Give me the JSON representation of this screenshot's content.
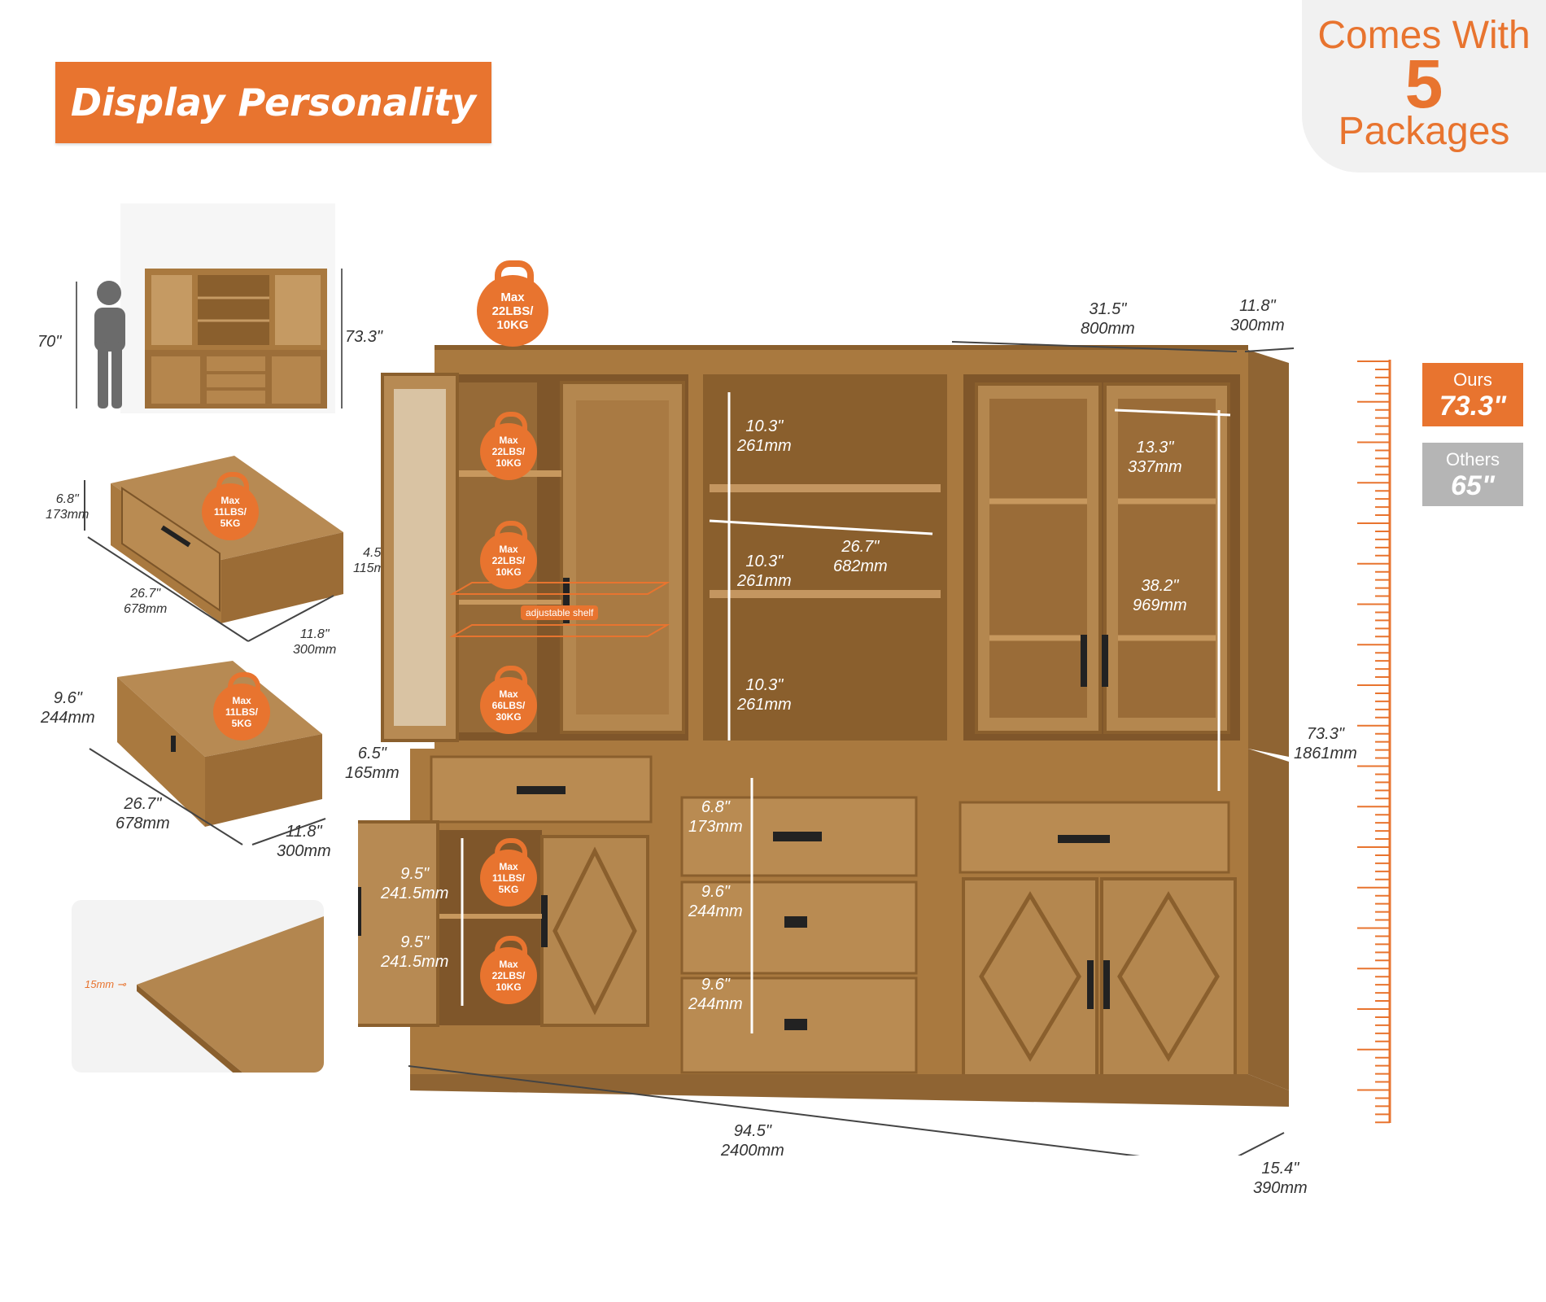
{
  "banner": {
    "title": "Display Personality"
  },
  "packages": {
    "line1": "Comes With",
    "count": "5",
    "line3": "Packages"
  },
  "person": {
    "height": "70\""
  },
  "overview": {
    "height": "73.3\""
  },
  "drawer_small": {
    "height": [
      "6.8\"",
      "173mm"
    ],
    "inner": [
      "4.5\"",
      "115mm"
    ],
    "width": [
      "26.7\"",
      "678mm"
    ],
    "depth": [
      "11.8\"",
      "300mm"
    ],
    "weight": [
      "Max",
      "11LBS/",
      "5KG"
    ]
  },
  "drawer_large": {
    "height": [
      "9.6\"",
      "244mm"
    ],
    "inner": [
      "6.5\"",
      "165mm"
    ],
    "width": [
      "26.7\"",
      "678mm"
    ],
    "depth": [
      "11.8\"",
      "300mm"
    ],
    "weight": [
      "Max",
      "11LBS/",
      "5KG"
    ]
  },
  "board": {
    "thickness": "15mm"
  },
  "top_weight": [
    "Max",
    "22LBS/",
    "10KG"
  ],
  "hutch": {
    "width": [
      "31.5\"",
      "800mm"
    ],
    "depth": [
      "11.8\"",
      "300mm"
    ],
    "center_shelf_1": [
      "10.3\"",
      "261mm"
    ],
    "center_shelf_2": [
      "10.3\"",
      "261mm"
    ],
    "center_shelf_3": [
      "10.3\"",
      "261mm"
    ],
    "center_width": [
      "26.7\"",
      "682mm"
    ],
    "door_width": [
      "13.3\"",
      "337mm"
    ],
    "door_height": [
      "38.2\"",
      "969mm"
    ],
    "left_weights": [
      [
        "Max",
        "22LBS/",
        "10KG"
      ],
      [
        "Max",
        "22LBS/",
        "10KG"
      ],
      [
        "Max",
        "66LBS/",
        "30KG"
      ]
    ],
    "adjustable_label": "adjustable shelf"
  },
  "base": {
    "cab_shelf_1": [
      "9.5\"",
      "241.5mm"
    ],
    "cab_shelf_2": [
      "9.5\"",
      "241.5mm"
    ],
    "drawer_1": [
      "6.8\"",
      "173mm"
    ],
    "drawer_2": [
      "9.6\"",
      "244mm"
    ],
    "drawer_3": [
      "9.6\"",
      "244mm"
    ],
    "weights": [
      [
        "Max",
        "11LBS/",
        "5KG"
      ],
      [
        "Max",
        "22LBS/",
        "10KG"
      ]
    ]
  },
  "overall": {
    "width": [
      "94.5\"",
      "2400mm"
    ],
    "depth": [
      "15.4\"",
      "390mm"
    ],
    "height": [
      "73.3\"",
      "1861mm"
    ]
  },
  "compare": {
    "ours": {
      "label": "Ours",
      "value": "73.3\""
    },
    "others": {
      "label": "Others",
      "value": "65\""
    }
  },
  "colors": {
    "accent": "#e8742f",
    "wood": "#a9793f",
    "wood_dark": "#8a5f2d",
    "gray": "#b5b5b5"
  }
}
